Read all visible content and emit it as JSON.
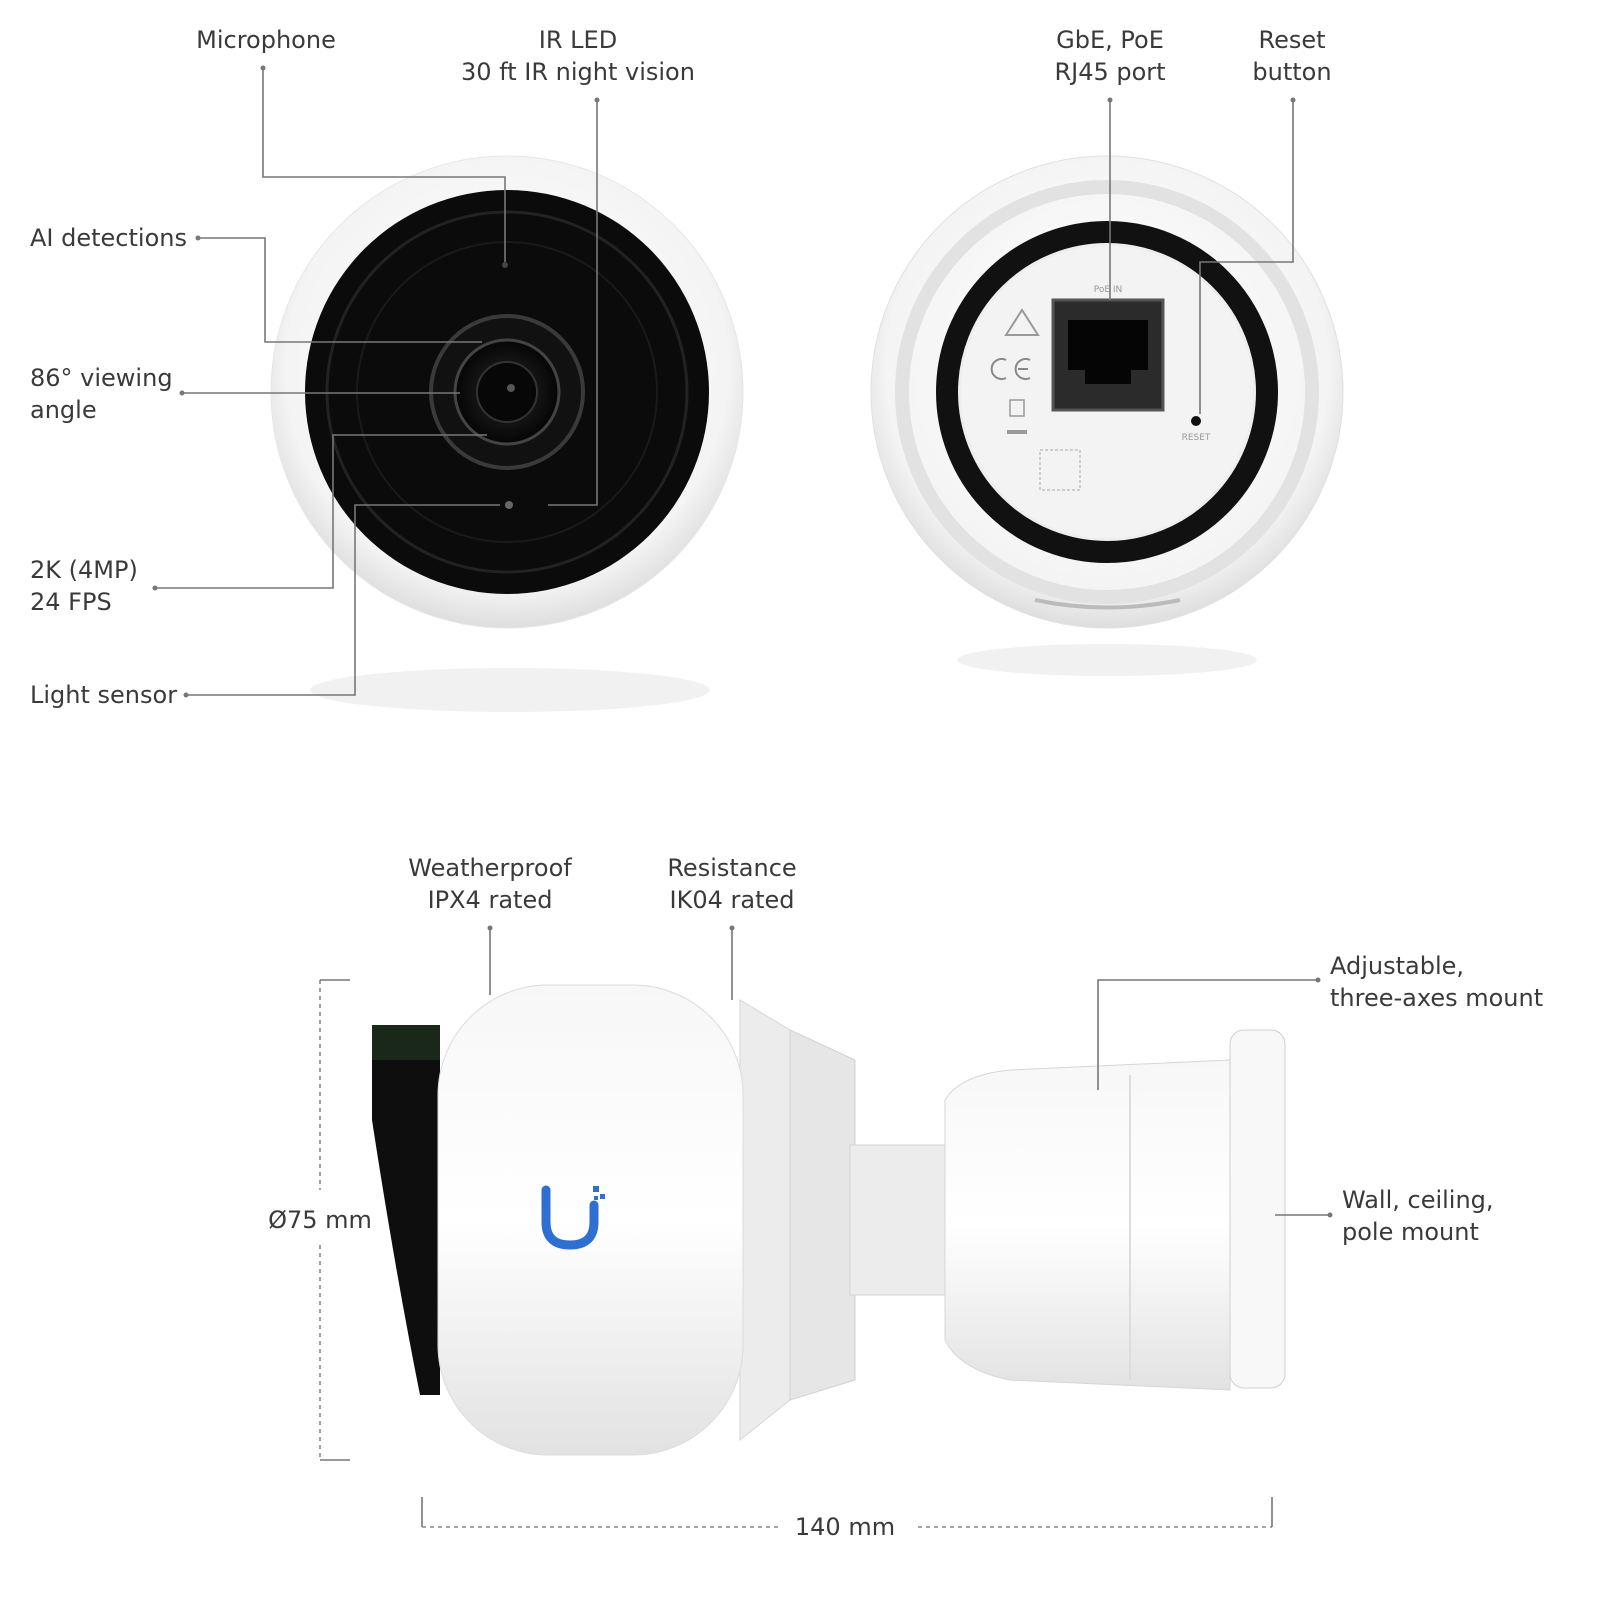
{
  "front_view": {
    "microphone": "Microphone",
    "ir_led": [
      "IR LED",
      "30 ft IR night vision"
    ],
    "ai_detections": "AI detections",
    "viewing_angle": [
      "86° viewing",
      "angle"
    ],
    "resolution": [
      "2K (4MP)",
      "24 FPS"
    ],
    "light_sensor": "Light sensor"
  },
  "back_view": {
    "port": [
      "GbE, PoE",
      "RJ45 port"
    ],
    "reset": [
      "Reset",
      "button"
    ],
    "port_marking": "PoE IN",
    "reset_marking": "RESET"
  },
  "side_view": {
    "weatherproof": [
      "Weatherproof",
      "IPX4 rated"
    ],
    "resistance": [
      "Resistance",
      "IK04 rated"
    ],
    "mount": [
      "Adjustable,",
      "three-axes mount"
    ],
    "mounting": [
      "Wall, ceiling,",
      "pole mount"
    ],
    "diameter": "Ø75 mm",
    "length": "140 mm"
  },
  "colors": {
    "logo_blue": "#2f6fd1",
    "lens_black": "#0c0c0c"
  }
}
